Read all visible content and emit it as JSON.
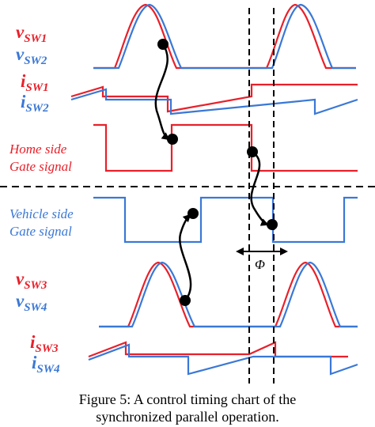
{
  "colors": {
    "red": "#e8202a",
    "blue": "#3a78d6",
    "black": "#000000"
  },
  "labels": {
    "v1": {
      "main": "v",
      "sub": "SW1"
    },
    "v2": {
      "main": "v",
      "sub": "SW2"
    },
    "i1": {
      "main": "i",
      "sub": "SW1"
    },
    "i2": {
      "main": "i",
      "sub": "SW2"
    },
    "home_line1": "Home side",
    "home_line2": "Gate signal",
    "vehicle_line1": "Vehicle side",
    "vehicle_line2": "Gate signal",
    "v3": {
      "main": "v",
      "sub": "SW3"
    },
    "v4": {
      "main": "v",
      "sub": "SW4"
    },
    "i3": {
      "main": "i",
      "sub": "SW3"
    },
    "i4": {
      "main": "i",
      "sub": "SW4"
    },
    "phi": "Φ"
  },
  "caption": {
    "line1": "Figure 5: A control timing chart of the",
    "line2": "synchronized parallel operation."
  }
}
